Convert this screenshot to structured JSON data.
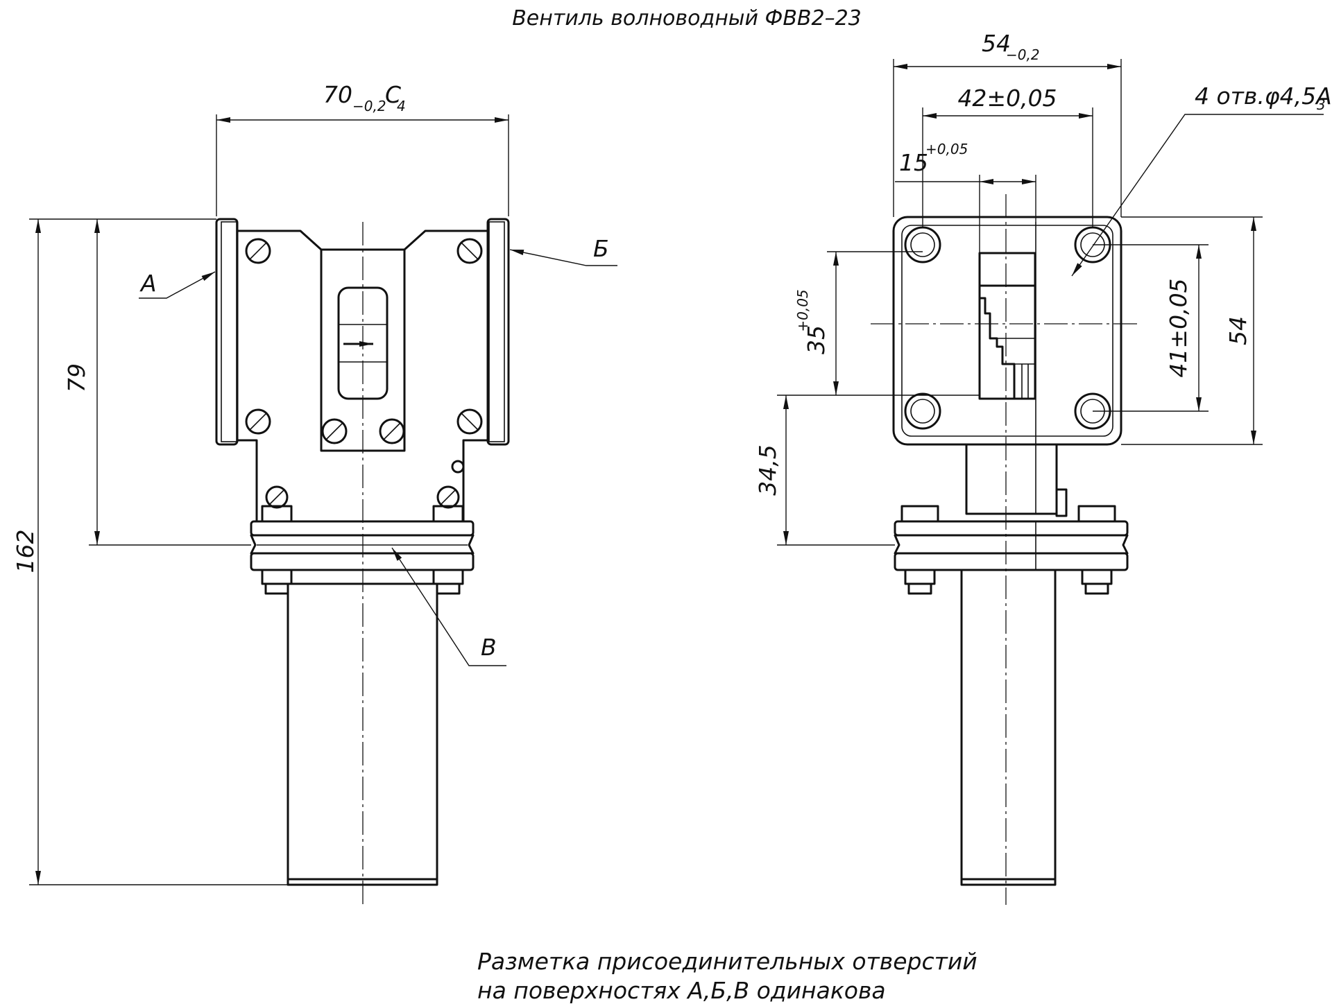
{
  "title": "Вентиль волноводный ФВВ2–23",
  "dims": {
    "width_70": "70",
    "width_70_tol": "−0,2",
    "width_70_fit": "С",
    "width_70_fit_idx": "4",
    "height_162": "162",
    "height_79": "79",
    "top_54": "54",
    "top_54_tol": "−0,2",
    "spacing_42": "42±0,05",
    "spacing_15": "15",
    "spacing_15_tol": "+0,05",
    "holes_label": "4 отв.φ4,5А",
    "holes_label_idx": "3",
    "v_35": "35",
    "v_35_tol": "+0,05",
    "v_41": "41±0,05",
    "v_54": "54",
    "v_345": "34,5"
  },
  "surface_labels": {
    "a": "А",
    "b": "Б",
    "v": "В"
  },
  "note": {
    "line1": "Разметка присоединительных отверстий",
    "line2": "на поверхностях А,Б,В одинакова"
  }
}
